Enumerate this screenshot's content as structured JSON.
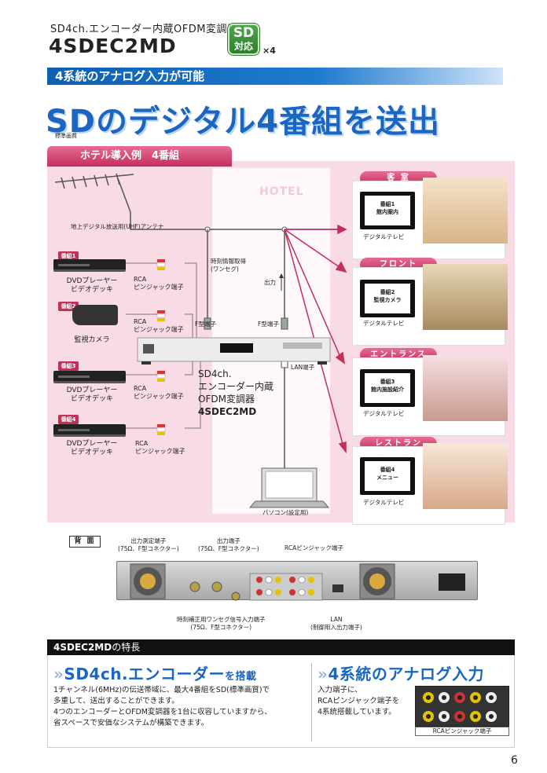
{
  "header": {
    "subtitle": "SD4ch.エンコーダー内蔵OFDM変調器",
    "model": "4SDEC2MD",
    "badge_line1": "SD",
    "badge_line2": "対応",
    "badge_mult": "×4",
    "banner": "4系統のアナログ入力が可能",
    "headline": "SDのデジタル4番組を送出",
    "headline_note": "標準画質"
  },
  "diagram": {
    "tab": "ホテル導入例　4番組",
    "hotel": "HOTEL",
    "antenna": "地上デジタル放送用(UHF)アンテナ",
    "sources": [
      {
        "badge": "番組1",
        "line1": "DVDプレーヤー",
        "line2": "ビデオデッキ",
        "rca1": "RCA",
        "rca2": "ピンジャック端子"
      },
      {
        "badge": "番組2",
        "line1": "監視カメラ",
        "line2": "",
        "rca1": "RCA",
        "rca2": "ピンジャック端子"
      },
      {
        "badge": "番組3",
        "line1": "DVDプレーヤー",
        "line2": "ビデオデッキ",
        "rca1": "RCA",
        "rca2": "ピンジャック端子"
      },
      {
        "badge": "番組4",
        "line1": "DVDプレーヤー",
        "line2": "ビデオデッキ",
        "rca1": "RCA",
        "rca2": "ピンジャック端子"
      }
    ],
    "time_info1": "時刻情報取得",
    "time_info2": "(ワンセグ)",
    "output": "出力",
    "f_terminal_left": "F型端子",
    "f_terminal_right": "F型端子",
    "lan_terminal": "LAN端子",
    "encoder_line1": "SD4ch.",
    "encoder_line2": "エンコーダー内蔵",
    "encoder_line3": "OFDM変調器",
    "encoder_model": "4SDEC2MD",
    "pc": "パソコン(設定用)",
    "destinations": [
      {
        "label": "客 室",
        "prog1": "番組1",
        "prog2": "館内案内",
        "caption": "デジタルテレビ"
      },
      {
        "label": "フロント",
        "prog1": "番組2",
        "prog2": "監視カメラ",
        "caption": "デジタルテレビ"
      },
      {
        "label": "エントランス",
        "prog1": "番組3",
        "prog2": "館内施設紹介",
        "caption": "デジタルテレビ"
      },
      {
        "label": "レストラン",
        "prog1": "番組4",
        "prog2": "メニュー",
        "caption": "デジタルテレビ"
      }
    ]
  },
  "rear": {
    "tag": "背 面",
    "c1a": "出力測定端子",
    "c1b": "(75Ω、F型コネクター)",
    "c2a": "出力端子",
    "c2b": "(75Ω、F型コネクター)",
    "c3": "RCAピンジャック端子",
    "c4a": "時刻補正用ワンセグ信号入力端子",
    "c4b": "(75Ω、F型コネクター)",
    "c5a": "LAN",
    "c5b": "(制御用入出力端子)"
  },
  "features": {
    "bar_model": "4SDEC2MD",
    "bar_suffix": "の特長",
    "f1_title_a": "SD4ch.エンコーダー",
    "f1_title_b": "を搭載",
    "f1_l1": "1チャンネル(6MHz)の伝送帯域に、最大4番組をSD(標準画質)で",
    "f1_l2": "多重して、送出することができます。",
    "f1_l3": "4つのエンコーダーとOFDM変調器を1台に収容していますから、",
    "f1_l4": "省スペースで安価なシステムが構築できます。",
    "f2_title": "4系統のアナログ入力",
    "f2_l1": "入力端子に、",
    "f2_l2": "RCAピンジャック端子を",
    "f2_l3": "4系統搭載しています。",
    "f2_caption": "RCAピンジャック端子"
  },
  "page_number": "6"
}
